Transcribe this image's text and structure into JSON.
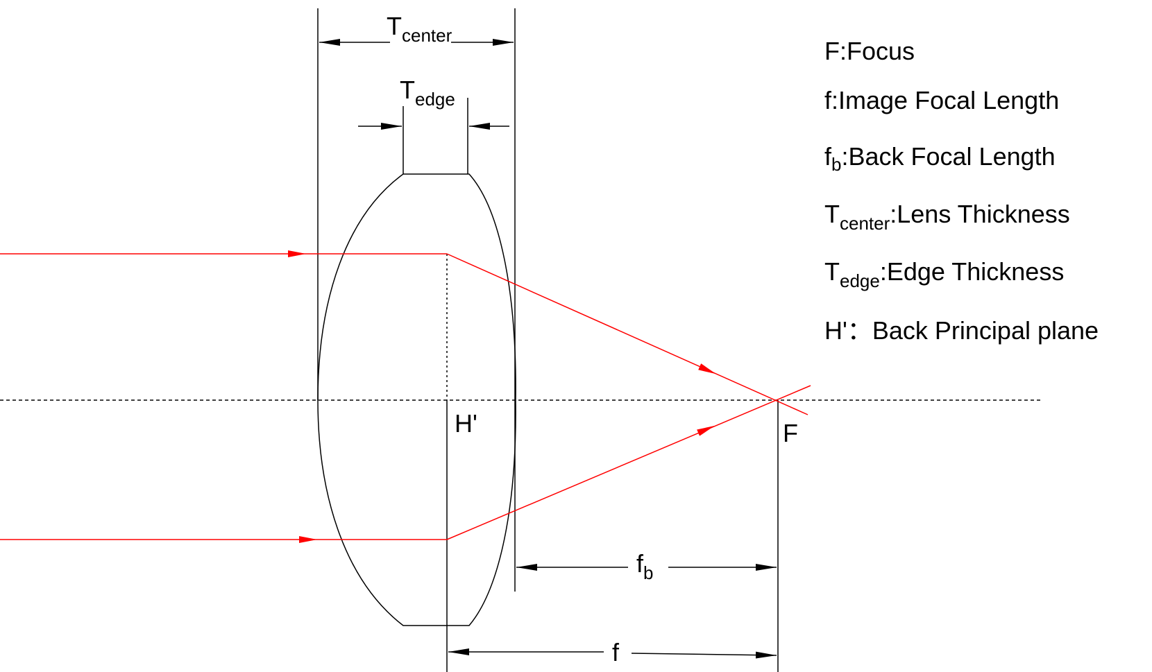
{
  "colors": {
    "line": "#000000",
    "ray": "#ff0000",
    "background": "#ffffff"
  },
  "dimensions": {
    "t_center": {
      "main": "T",
      "sub": "center"
    },
    "t_edge": {
      "main": "T",
      "sub": "edge"
    },
    "f_b": {
      "main": "f",
      "sub": "b"
    },
    "f": {
      "main": "f"
    }
  },
  "points": {
    "principal_plane_label": "H'",
    "focus_label": "F"
  },
  "legend": [
    {
      "main": "F",
      "sub": "",
      "text": ":Focus"
    },
    {
      "main": "f",
      "sub": "",
      "text": ":Image Focal Length"
    },
    {
      "main": "f",
      "sub": "b",
      "text": ":Back Focal Length"
    },
    {
      "main": "T",
      "sub": "center",
      "text": ":Lens Thickness"
    },
    {
      "main": "T",
      "sub": "edge",
      "text": ":Edge Thickness"
    },
    {
      "main": "H'",
      "sub": "",
      "text": "：Back Principal plane"
    }
  ]
}
